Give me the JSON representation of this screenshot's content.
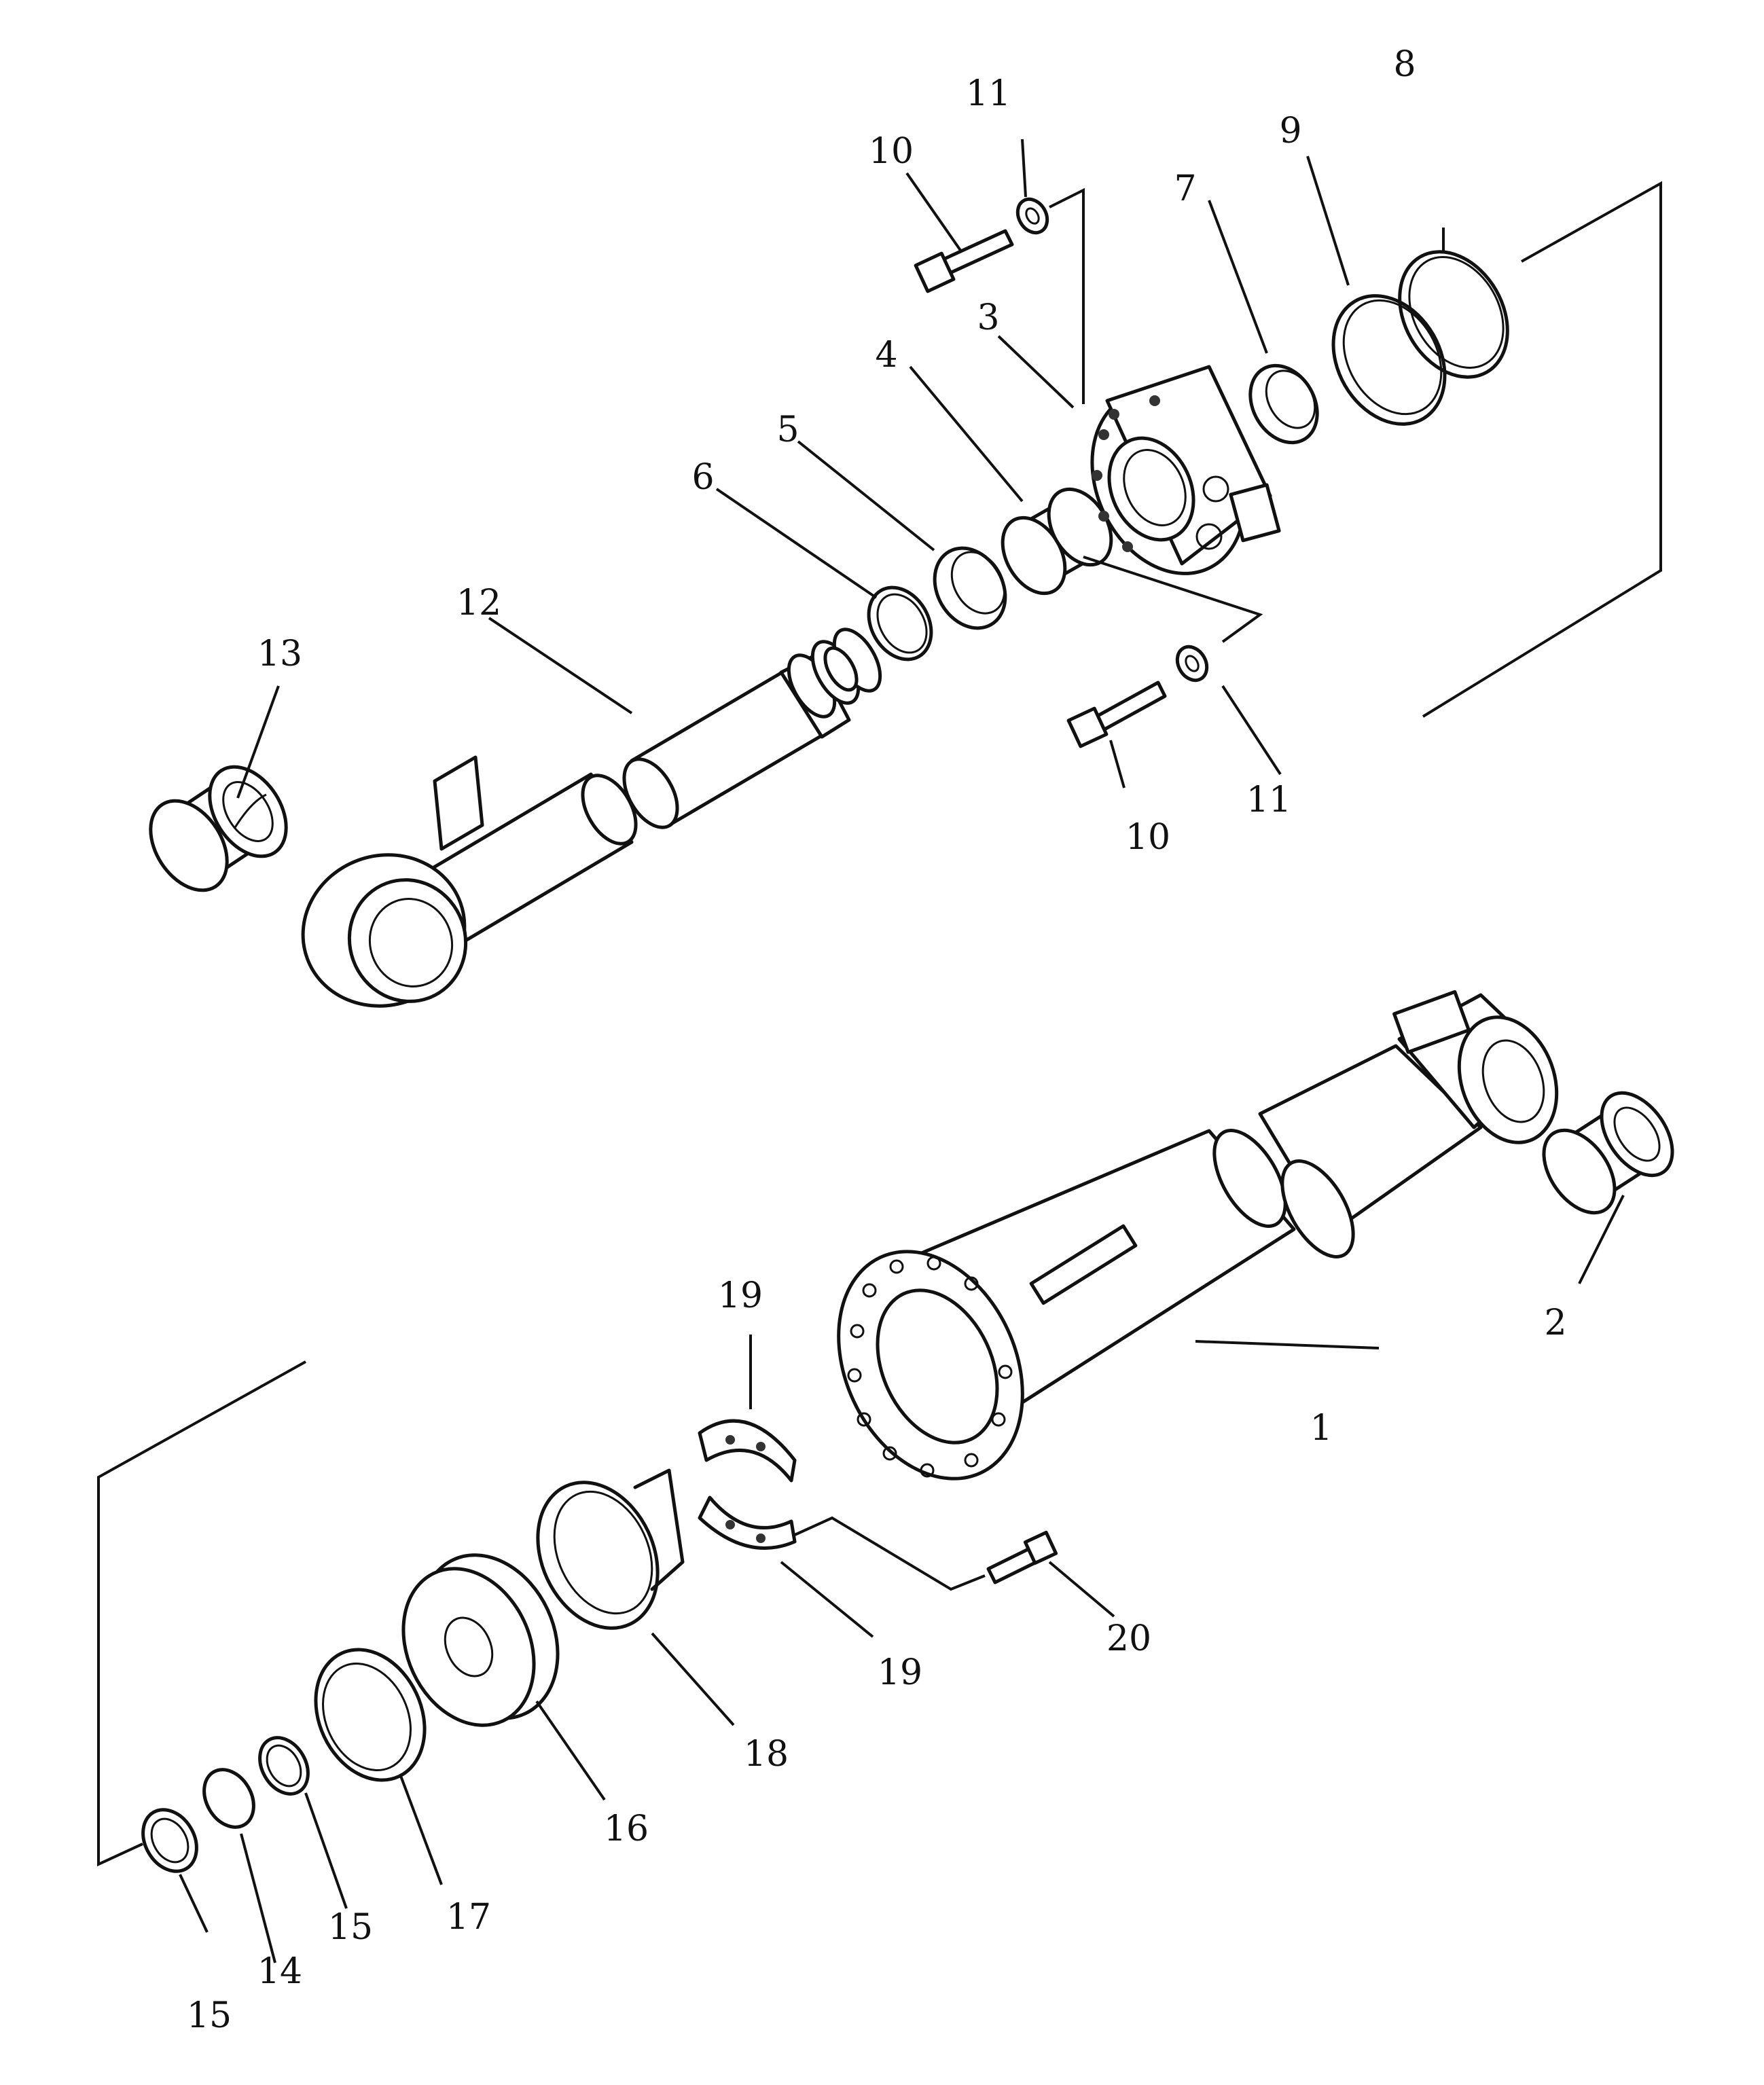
{
  "callouts": [
    "1",
    "2",
    "3",
    "4",
    "5",
    "6",
    "7",
    "8",
    "9",
    "10",
    "11",
    "12",
    "13",
    "14",
    "15",
    "16",
    "17",
    "18",
    "19",
    "20"
  ],
  "colors": {
    "ink": "#111111",
    "paper": "#ffffff"
  }
}
